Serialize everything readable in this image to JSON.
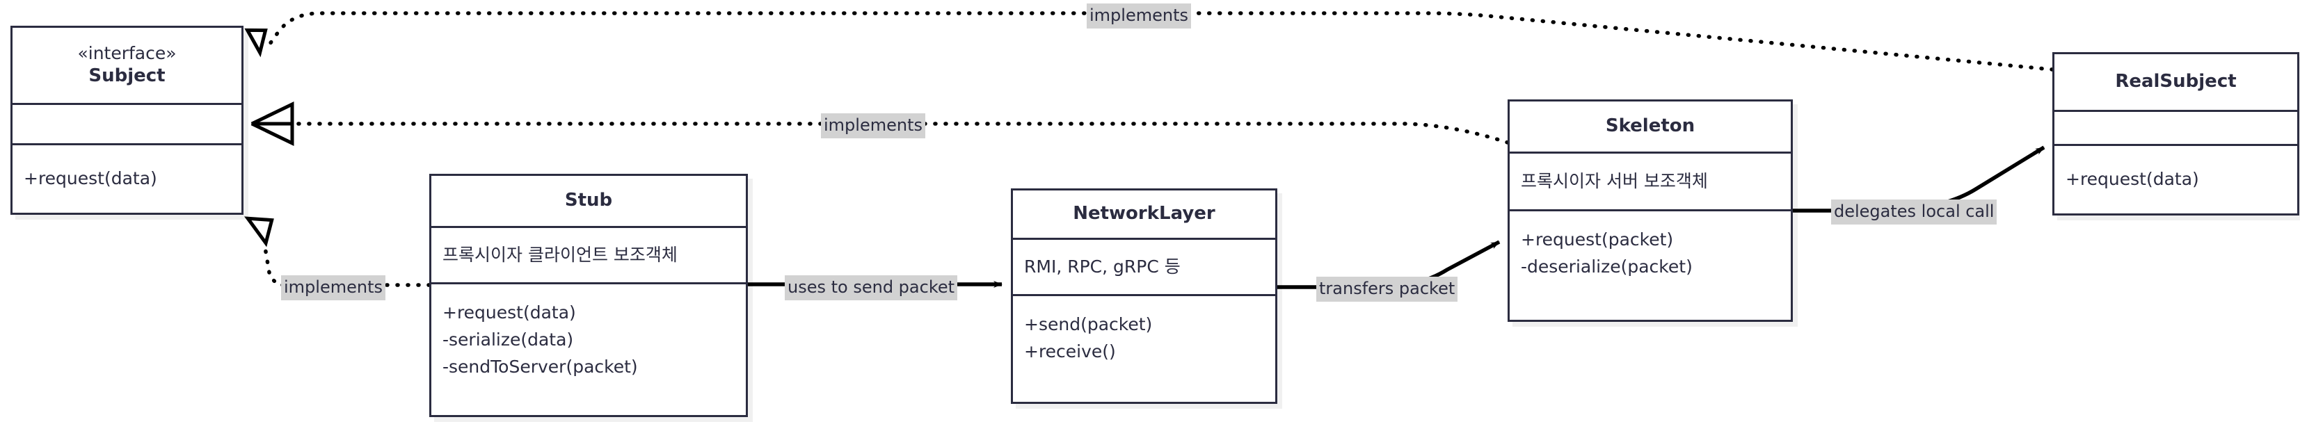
{
  "diagram": {
    "title": "Proxy pattern with Stub / Skeleton (RMI) UML class diagram",
    "colors": {
      "stroke": "#2b2c40",
      "box_fill": "#ffffff",
      "label_fill": "#d2d2d2",
      "edge_stroke": "#000000",
      "canvas": "#ffffff"
    }
  },
  "classes": {
    "subject": {
      "stereotype": "«interface»",
      "name": "Subject",
      "attributes": [],
      "operations": [
        "+request(data)"
      ]
    },
    "stub": {
      "stereotype": "",
      "name": "Stub",
      "attributes": [
        "프록시이자 클라이언트 보조객체"
      ],
      "operations": [
        "+request(data)",
        "-serialize(data)",
        "-sendToServer(packet)"
      ]
    },
    "network_layer": {
      "stereotype": "",
      "name": "NetworkLayer",
      "attributes": [
        "RMI, RPC, gRPC 등"
      ],
      "operations": [
        "+send(packet)",
        "+receive()"
      ]
    },
    "skeleton": {
      "stereotype": "",
      "name": "Skeleton",
      "attributes": [
        "프록시이자 서버 보조객체"
      ],
      "operations": [
        "+request(packet)",
        "-deserialize(packet)"
      ]
    },
    "real_subject": {
      "stereotype": "",
      "name": "RealSubject",
      "attributes": [],
      "operations": [
        "+request(data)"
      ]
    }
  },
  "relationships": [
    {
      "id": "realsubject-implements-subject",
      "label": "implements",
      "from": "real_subject",
      "to": "subject",
      "kind": "realization"
    },
    {
      "id": "skeleton-implements-subject",
      "label": "implements",
      "from": "skeleton",
      "to": "subject",
      "kind": "realization"
    },
    {
      "id": "stub-implements-subject",
      "label": "implements",
      "from": "stub",
      "to": "subject",
      "kind": "realization"
    },
    {
      "id": "stub-uses-networklayer",
      "label": "uses to send packet",
      "from": "stub",
      "to": "network_layer",
      "kind": "association"
    },
    {
      "id": "networklayer-transfers-skeleton",
      "label": "transfers packet",
      "from": "network_layer",
      "to": "skeleton",
      "kind": "association"
    },
    {
      "id": "skeleton-delegates-realsubject",
      "label": "delegates local call",
      "from": "skeleton",
      "to": "real_subject",
      "kind": "association"
    }
  ]
}
